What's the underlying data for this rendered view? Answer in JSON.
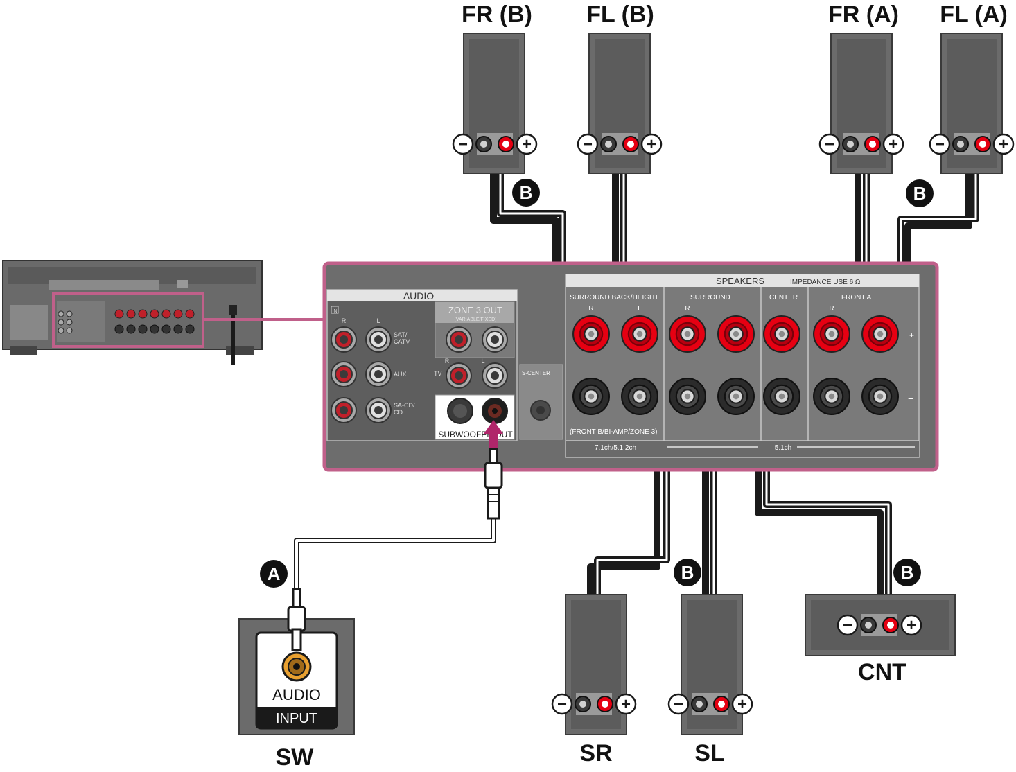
{
  "speakers": {
    "fr_b": "FR (B)",
    "fl_b": "FL (B)",
    "fr_a": "FR (A)",
    "fl_a": "FL (A)",
    "sr": "SR",
    "sl": "SL",
    "cnt": "CNT",
    "sw": "SW"
  },
  "markers": {
    "a": "A",
    "b": "B"
  },
  "terminal_signs": {
    "minus": "−",
    "plus": "+"
  },
  "subwoofer_panel": {
    "audio": "AUDIO",
    "input": "INPUT"
  },
  "receiver_panel": {
    "audio_header": "AUDIO",
    "in": "IN",
    "r": "R",
    "l": "L",
    "zone3_out": "ZONE 3 OUT",
    "zone3_sub": "(VARIABLE/FIXED)",
    "sat_catv": "SAT/\nCATV",
    "aux": "AUX",
    "sa_cd": "SA-CD/\nCD",
    "tv": "TV",
    "subwoofer_out": "SUBWOOFER OUT",
    "s_center": "S-CENTER",
    "speakers": "SPEAKERS",
    "impedance": "IMPEDANCE USE 6 Ω",
    "surround_back_height": "SURROUND BACK/HEIGHT",
    "surround": "SURROUND",
    "center": "CENTER",
    "front_a": "FRONT A",
    "front_b_note": "(FRONT B/BI-AMP/ZONE 3)",
    "ch_71": "7.1ch/5.1.2ch",
    "ch_51": "5.1ch",
    "plus": "+",
    "minus": "−"
  },
  "colors": {
    "highlight": "#c0608a",
    "panel": "#6d6d6d",
    "panel_dark": "#5a5a5a",
    "terminal_red": "#e60012",
    "speaker_box": "#6b6b6b",
    "cable": "#1a1a1a"
  }
}
